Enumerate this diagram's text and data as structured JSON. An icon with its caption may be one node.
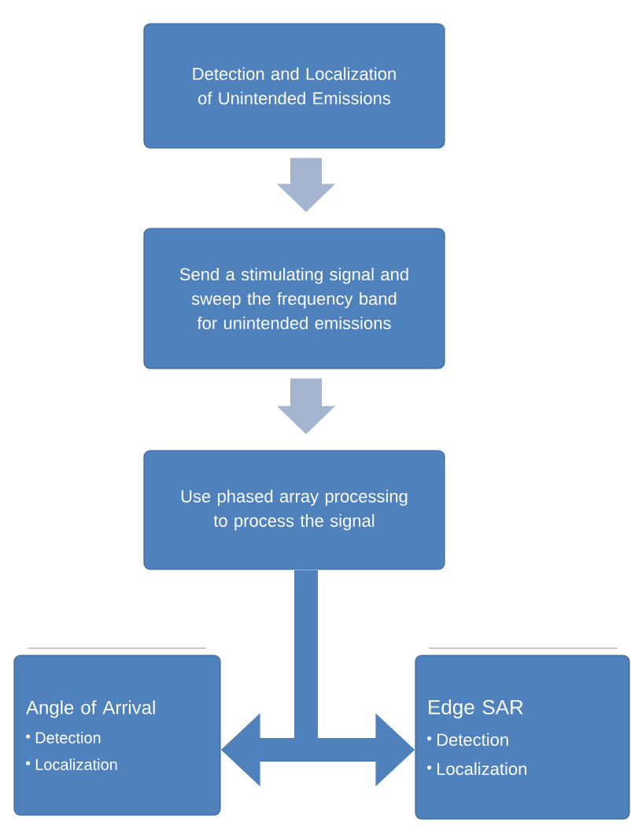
{
  "diagram": {
    "nodes": [
      {
        "text": [
          "Detection and Localization of Unintended Emissions"
        ]
      },
      {
        "text": [
          "Send a stimulating signal and sweep the frequency band for unintended emissions"
        ]
      },
      {
        "text": [
          "Use phased array processing to process the signal"
        ]
      },
      {
        "text": [
          "Angle of Arrival",
          "Detection",
          "Localization"
        ]
      },
      {
        "text": [
          "Edge SAR",
          "Detection",
          "Localization"
        ]
      }
    ],
    "edges": [
      {
        "from": 0,
        "to": 1,
        "arrow": "to",
        "color": "#a5b5cf"
      },
      {
        "from": 1,
        "to": 2,
        "arrow": "to",
        "color": "#a5b5cf"
      },
      {
        "from": 2,
        "to": 3,
        "arrow": "to",
        "color": "#4f81bd"
      },
      {
        "from": 2,
        "to": 4,
        "arrow": "to",
        "color": "#4f81bd"
      }
    ]
  }
}
